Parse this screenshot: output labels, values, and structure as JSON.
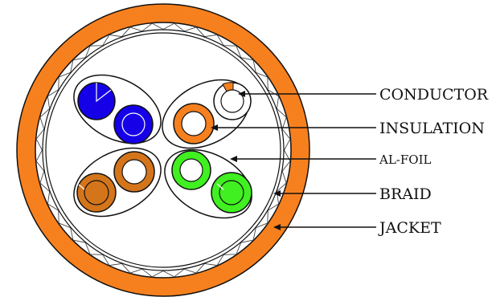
{
  "diagram": {
    "labels": {
      "conductor": "CONDUCTOR",
      "insulation": "INSULATION",
      "al_foil": "AL-FOIL",
      "braid": "BRAID",
      "jacket": "JACKET"
    },
    "colors": {
      "jacket": "#F7801E",
      "braid_hatch": "#444444",
      "blue": "#1500E8",
      "brown": "#D4751C",
      "green": "#40F020",
      "white": "#FFFFFF",
      "orange_stripe": "#F7801E",
      "outline": "#111111"
    },
    "pairs": [
      {
        "name": "blue-pair",
        "solid": "blue",
        "striped": "blue"
      },
      {
        "name": "orange-pair",
        "solid": "orange",
        "striped": "white"
      },
      {
        "name": "brown-pair",
        "solid": "brown",
        "striped": "brown"
      },
      {
        "name": "green-pair",
        "solid": "green",
        "striped": "green"
      }
    ]
  }
}
